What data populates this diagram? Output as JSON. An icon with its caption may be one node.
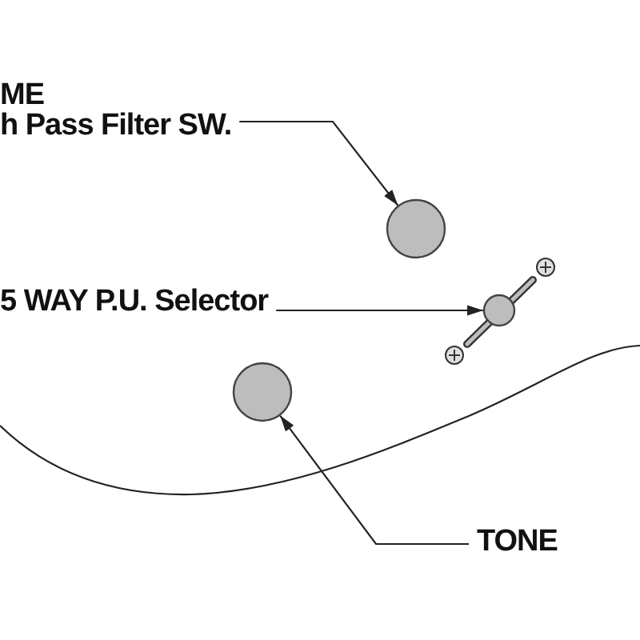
{
  "diagram": {
    "nodes": [
      {
        "text": [
          "ME",
          "h Pass Filter SW."
        ]
      },
      {
        "text": [],
        "shape": "circle"
      },
      {
        "text": [
          "5 WAY P.U. Selector"
        ]
      },
      {
        "text": [],
        "shape": "picture"
      },
      {
        "text": [],
        "shape": "circle"
      },
      {
        "text": [
          "TONE"
        ]
      }
    ],
    "edges": [
      {
        "from": 0,
        "to": 1,
        "arrow": "to"
      },
      {
        "from": 2,
        "to": 3,
        "arrow": "to"
      },
      {
        "from": 5,
        "to": 4,
        "arrow": "to"
      }
    ]
  }
}
